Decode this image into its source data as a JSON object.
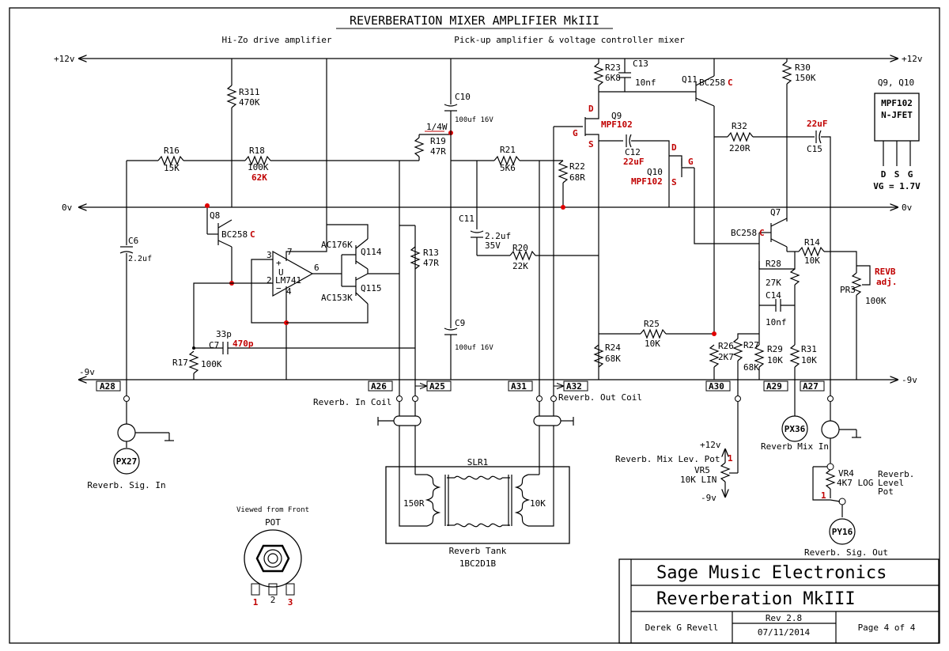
{
  "title": "REVERBERATION MIXER AMPLIFIER MkIII",
  "sections": {
    "left": "Hi-Zo drive amplifier",
    "right": "Pick-up amplifier & voltage controller mixer"
  },
  "rails": {
    "pos": "+12v",
    "zero": "0v",
    "neg": "-9v"
  },
  "resistors": {
    "r311": "R311",
    "r311_val": "470K",
    "r16": "R16",
    "r16_val": "15K",
    "r18": "R18",
    "r18_val": "100K",
    "r18_alt": "62K",
    "r19": "R19",
    "r19_val": "47R",
    "r19_note": "1/4W",
    "r21": "R21",
    "r21_val": "5K6",
    "r22": "R22",
    "r22_val": "68R",
    "r23": "R23",
    "r23_val": "6K8",
    "r32": "R32",
    "r32_val": "220R",
    "r30": "R30",
    "r30_val": "150K",
    "r13": "R13",
    "r13_val": "47R",
    "r20": "R20",
    "r20_val": "22K",
    "r14": "R14",
    "r14_val": "10K",
    "r28": "R28",
    "r28_val": "27K",
    "r25": "R25",
    "r25_val": "10K",
    "r24": "R24",
    "r24_val": "68K",
    "r26": "R26",
    "r26_val": "2K7",
    "r27": "R27",
    "r27_val": "68K",
    "r29": "R29",
    "r29_val": "10K",
    "r31": "R31",
    "r31_val": "10K",
    "r17": "R17",
    "r17_val": "100K"
  },
  "capacitors": {
    "c10": "C10",
    "c10_val": "100uf 16V",
    "c13": "C13",
    "c13_val": "10nf",
    "c12": "C12",
    "c12_val": "22uF",
    "c15": "C15",
    "c15_val": "22uF",
    "c6": "C6",
    "c6_val": "2.2uf",
    "c11": "C11",
    "c11_val": "2.2uf",
    "c11_val2": "35V",
    "c14": "C14",
    "c14_val": "10nf",
    "c9": "C9",
    "c9_val": "100uf 16V",
    "c7": "C7",
    "c7_val": "33p",
    "c7_alt": "470p"
  },
  "transistors": {
    "q8": "Q8",
    "q8_type": "BC258",
    "q8_suffix": "C",
    "q11": "Q11",
    "q11_type": "BC258",
    "q11_suffix": "C",
    "q7": "Q7",
    "q7_type": "BC258",
    "q7_suffix": "C",
    "q9": "Q9",
    "q9_type": "MPF102",
    "q10": "Q10",
    "q10_type": "MPF102",
    "q114": "Q114",
    "q114_type": "AC176K",
    "q115": "Q115",
    "q115_type": "AC153K",
    "pin_d": "D",
    "pin_s": "S",
    "pin_g": "G"
  },
  "opamp": {
    "name": "LM741",
    "u": "U",
    "plus": "+",
    "minus": "−",
    "pin3": "3",
    "pin2": "2",
    "pin7": "7",
    "pin6": "6",
    "pin4": "4"
  },
  "pots": {
    "pr3": "PR3",
    "pr3_val": "100K",
    "pr3_note1": "REVB",
    "pr3_note2": "adj.",
    "vr5": "VR5",
    "vr5_val": "10K LIN",
    "vr5_label": "Reverb. Mix Lev. Pot",
    "vr5_pin": "1",
    "vr5_pos": "+12v",
    "vr5_neg": "-9v",
    "vr4": "VR4",
    "vr4_val": "4K7 LOG",
    "vr4_label1": "Reverb.",
    "vr4_label2": "Level",
    "vr4_label3": "Pot",
    "vr4_pin": "1"
  },
  "connectors": {
    "a28": "A28",
    "a26": "A26",
    "a25": "A25",
    "a31": "A31",
    "a32": "A32",
    "a30": "A30",
    "a29": "A29",
    "a27": "A27",
    "px27": "PX27",
    "px36": "PX36",
    "py16": "PY16"
  },
  "labels": {
    "in_coil": "Reverb. In Coil",
    "out_coil": "Reverb. Out Coil",
    "sig_in": "Reverb. Sig. In",
    "mix_in": "Reverb Mix In",
    "sig_out": "Reverb. Sig. Out",
    "slr1": "SLR1",
    "coil_l": "150R",
    "coil_r": "10K",
    "tank": "Reverb Tank",
    "tank_part": "1BC2D1B",
    "viewed": "Viewed from Front",
    "pot": "POT",
    "pot_p1": "1",
    "pot_p2": "2",
    "pot_p3": "3"
  },
  "jfet_box": {
    "heading": "Q9, Q10",
    "part": "MPF102",
    "type": "N-JFET",
    "pin_d": "D",
    "pin_s": "S",
    "pin_g": "G",
    "vg": "VG = 1.7V"
  },
  "title_block": {
    "company": "Sage Music Electronics",
    "project": "Reverberation MkIII",
    "author": "Derek G Revell",
    "rev": "Rev 2.8",
    "date": "07/11/2014",
    "page": "Page 4 of 4"
  }
}
